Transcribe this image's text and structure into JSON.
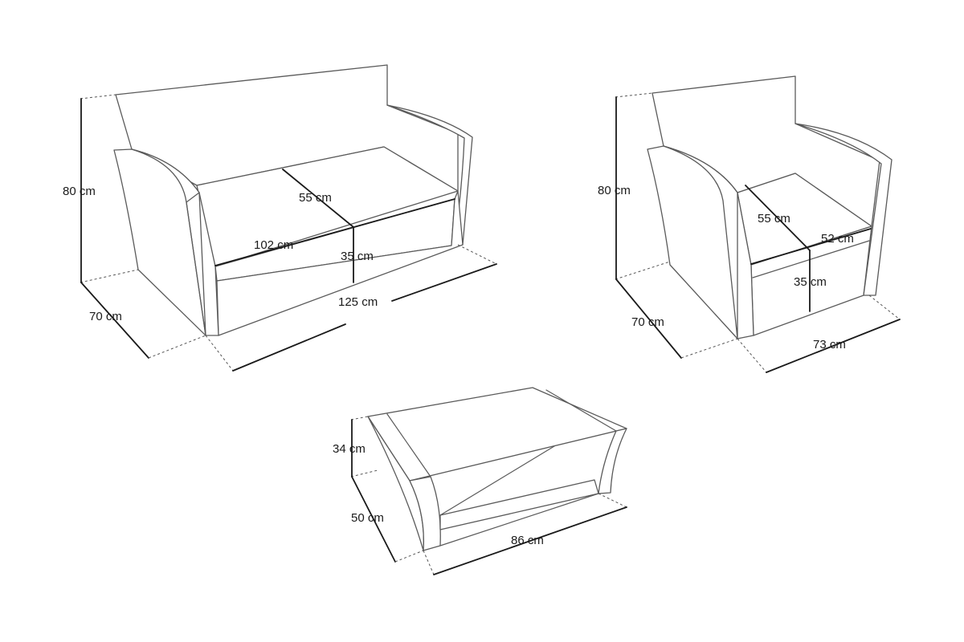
{
  "sofa": {
    "height": "80 cm",
    "depth": "70 cm",
    "width": "125 cm",
    "seat_width": "102 cm",
    "seat_depth": "55 cm",
    "seat_height": "35 cm"
  },
  "armchair": {
    "height": "80 cm",
    "depth": "70 cm",
    "width": "73 cm",
    "seat_width": "52 cm",
    "seat_depth": "55 cm",
    "seat_height": "35 cm"
  },
  "table": {
    "height": "34 cm",
    "depth": "50 cm",
    "width": "86 cm"
  }
}
